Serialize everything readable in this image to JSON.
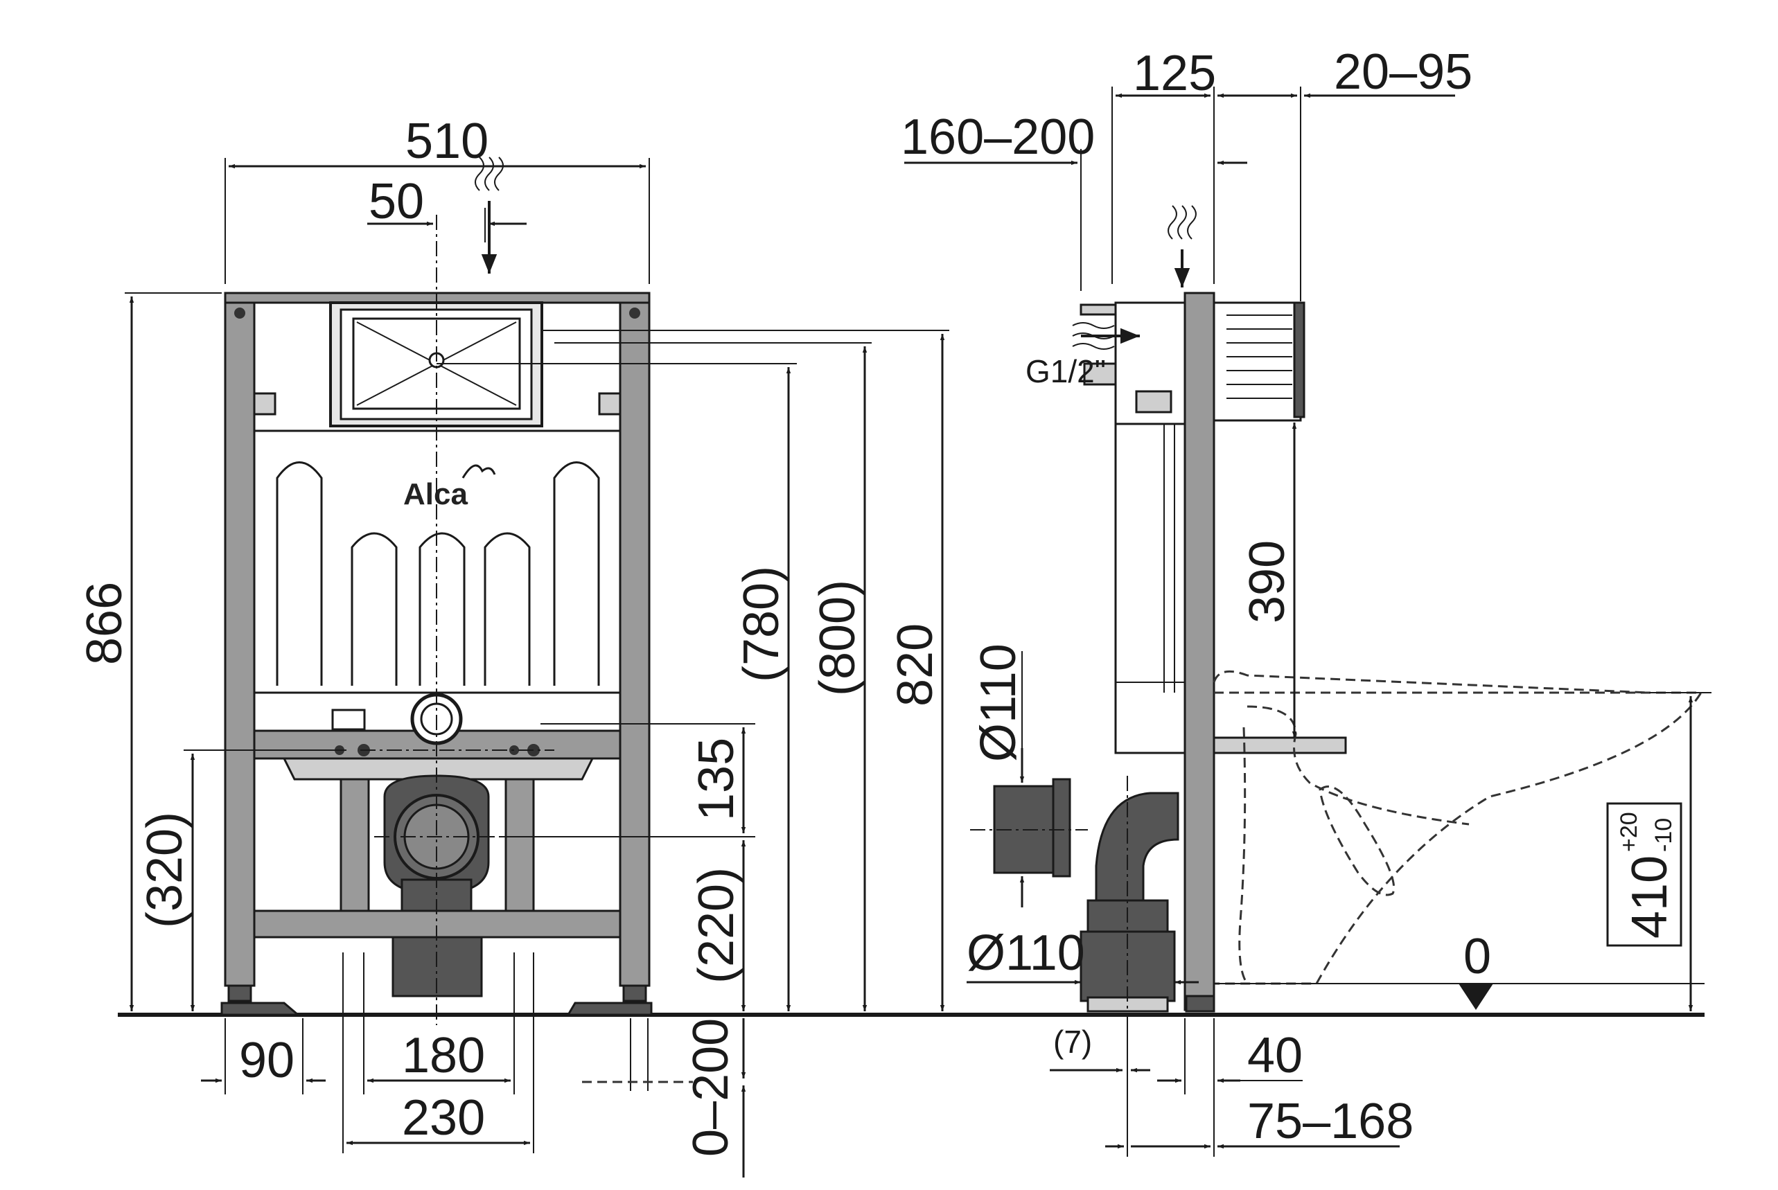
{
  "front_view": {
    "dims": {
      "width": "510",
      "offset": "50",
      "height_total": "866",
      "height_780": "(780)",
      "height_800": "(800)",
      "height_820": "820",
      "height_320": "(320)",
      "height_135": "135",
      "height_220": "(220)",
      "foot_90": "90",
      "spacing_180": "180",
      "spacing_230": "230",
      "adjust_0_200": "0–200"
    },
    "logo": "Alca"
  },
  "side_view": {
    "dims": {
      "depth_125": "125",
      "depth_20_95": "20–95",
      "depth_160_200": "160–200",
      "thread": "G1/2\"",
      "height_390": "390",
      "diameter_top": "Ø110",
      "diameter_bottom": "Ø110",
      "offset_7": "(7)",
      "offset_40": "40",
      "range_75_168": "75–168",
      "seat_height": "410",
      "tol_plus": "+20",
      "tol_minus": "-10",
      "floor_level": "0"
    }
  },
  "colors": {
    "line": "#1a1a1a",
    "frame": "#9a9a9a",
    "dark": "#555555"
  }
}
